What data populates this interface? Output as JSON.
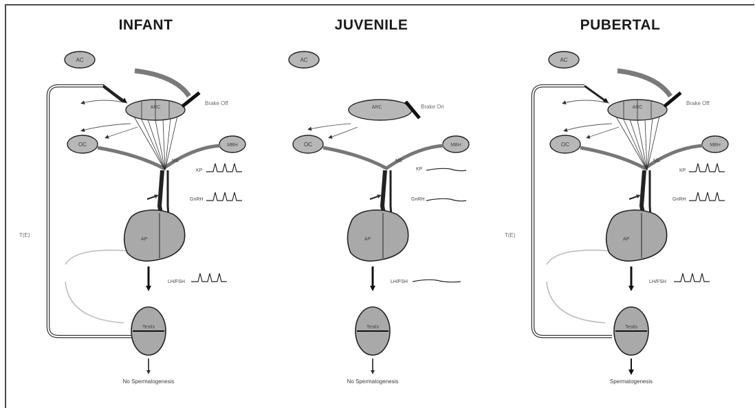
{
  "panels": [
    {
      "title": "INFANT",
      "oval_ac": "AC",
      "oval_arc": "ARC",
      "oval_oc": "OC",
      "oval_mbh": "MBH",
      "brake_label": "Brake Off",
      "me_label": "ME",
      "trace_kp_label": "KP",
      "trace_gnrh_label": "GnRH",
      "pit_label": "AP",
      "trace_lhfsh_label": "LH/FSH",
      "tract_label": "T(E)",
      "gonad_label": "Testis",
      "outcome": "No Spermatogenesis",
      "pulsatile": true
    },
    {
      "title": "JUVENILE",
      "oval_ac": "AC",
      "oval_arc": "ARC",
      "oval_oc": "OC",
      "oval_mbh": "MBH",
      "brake_label": "Brake On",
      "me_label": "ME",
      "trace_kp_label": "KP",
      "trace_gnrh_label": "GnRH",
      "pit_label": "AP",
      "trace_lhfsh_label": "LH/FSH",
      "tract_label": "",
      "gonad_label": "Testis",
      "outcome": "No Spermatogenesis",
      "pulsatile": false
    },
    {
      "title": "PUBERTAL",
      "oval_ac": "AC",
      "oval_arc": "ARC",
      "oval_oc": "OC",
      "oval_mbh": "MBH",
      "brake_label": "Brake Off",
      "me_label": "ME",
      "trace_kp_label": "KP",
      "trace_gnrh_label": "GnRH",
      "pit_label": "AP",
      "trace_lhfsh_label": "LH/FSH",
      "tract_label": "T(E)",
      "gonad_label": "Testis",
      "outcome": "Spermatogenesis",
      "pulsatile": true
    }
  ],
  "colors": {
    "outline": "#222222",
    "fill_gray": "#a9a9a9",
    "faint": "#bdbdbd"
  }
}
